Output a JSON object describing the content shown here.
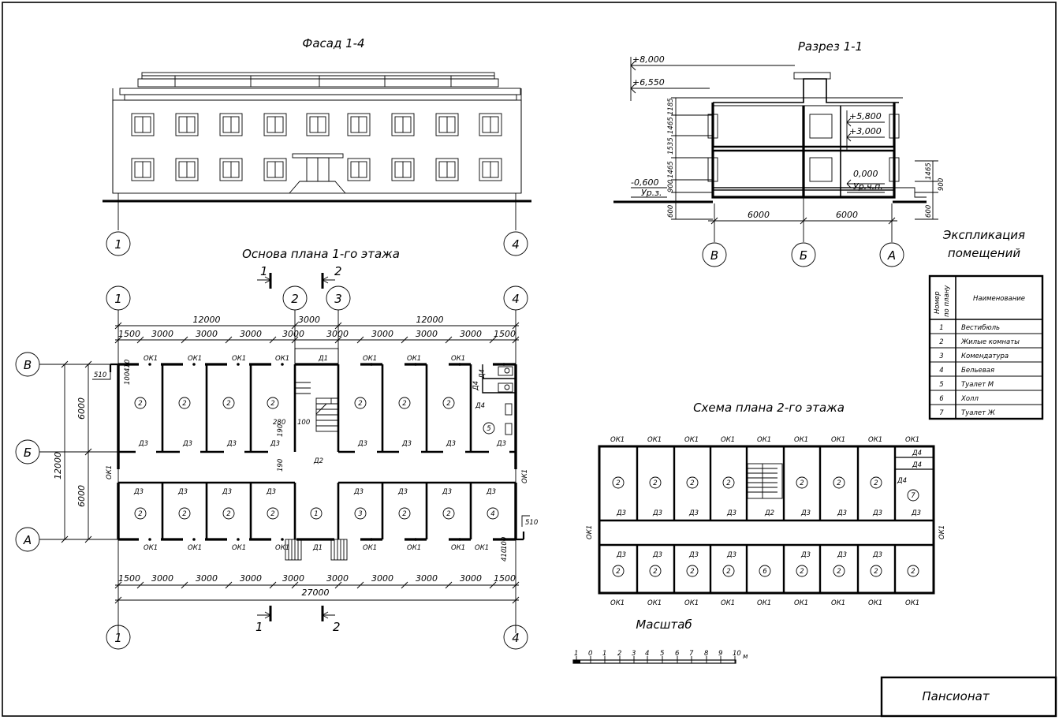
{
  "sheet": {
    "stamp": "Пансионат"
  },
  "facade": {
    "title": "Фасад 1-4",
    "axes": [
      "1",
      "4"
    ]
  },
  "section": {
    "title": "Разрез 1-1",
    "levels_left": [
      "+8,000",
      "+6,550",
      "-0,600",
      "Ур.з."
    ],
    "levels_right": [
      "+5,800",
      "+3,000",
      "0,000",
      "Ур.ч.п."
    ],
    "vertical_dims_left": [
      "1185",
      "1465",
      "1535",
      "1465",
      "900",
      "600"
    ],
    "vertical_dims_right": [
      "1465",
      "900",
      "600"
    ],
    "spans": [
      "6000",
      "6000"
    ],
    "axes": [
      "В",
      "Б",
      "А"
    ]
  },
  "plan1": {
    "title": "Основа плана 1-го этажа",
    "cut_marks": [
      "1",
      "2"
    ],
    "axes_top": [
      "1",
      "2",
      "3",
      "4"
    ],
    "axes_left": [
      "В",
      "Б",
      "А"
    ],
    "top_dims_major": [
      "12000",
      "3000",
      "12000"
    ],
    "top_dims": [
      "1500",
      "3000",
      "3000",
      "3000",
      "3000",
      "3000",
      "3000",
      "3000",
      "3000",
      "1500"
    ],
    "bottom_dims": [
      "1500",
      "3000",
      "3000",
      "3000",
      "3000",
      "3000",
      "3000",
      "3000",
      "3000",
      "1500"
    ],
    "bottom_total": "27000",
    "left_dims": [
      "6000",
      "6000"
    ],
    "left_total": "12000",
    "notes": [
      "510",
      "410",
      "100",
      "280",
      "100",
      "190",
      "190",
      "100",
      "410",
      "510"
    ],
    "window_mark": "ОК1",
    "door_marks": [
      "Д1",
      "Д2",
      "Д3",
      "Д4"
    ],
    "rooms_top": [
      "2",
      "2",
      "2",
      "2",
      "2",
      "2",
      "2",
      "5"
    ],
    "rooms_bottom": [
      "2",
      "2",
      "2",
      "2",
      "1",
      "3",
      "2",
      "2",
      "4"
    ]
  },
  "plan2": {
    "title": "Схема плана 2-го этажа",
    "window_mark": "ОК1",
    "door_marks": [
      "Д2",
      "Д3",
      "Д4"
    ],
    "rooms_top": [
      "2",
      "2",
      "2",
      "2",
      "2",
      "2",
      "2",
      "7"
    ],
    "rooms_bottom": [
      "2",
      "2",
      "2",
      "2",
      "6",
      "2",
      "2",
      "2",
      "2"
    ]
  },
  "scale": {
    "title": "Масштаб",
    "ticks": [
      "1",
      "0",
      "1",
      "2",
      "3",
      "4",
      "5",
      "6",
      "7",
      "8",
      "9",
      "10"
    ],
    "unit": "м"
  },
  "legend": {
    "title": [
      "Экспликация",
      "помещений"
    ],
    "col_number": [
      "Номер",
      "по плану"
    ],
    "col_name": "Наименование",
    "rows": [
      {
        "num": "1",
        "name": "Вестибюль"
      },
      {
        "num": "2",
        "name": "Жилые комнаты"
      },
      {
        "num": "3",
        "name": "Комендатура"
      },
      {
        "num": "4",
        "name": "Бельевая"
      },
      {
        "num": "5",
        "name": "Туалет М"
      },
      {
        "num": "6",
        "name": "Холл"
      },
      {
        "num": "7",
        "name": "Туалет Ж"
      }
    ]
  }
}
